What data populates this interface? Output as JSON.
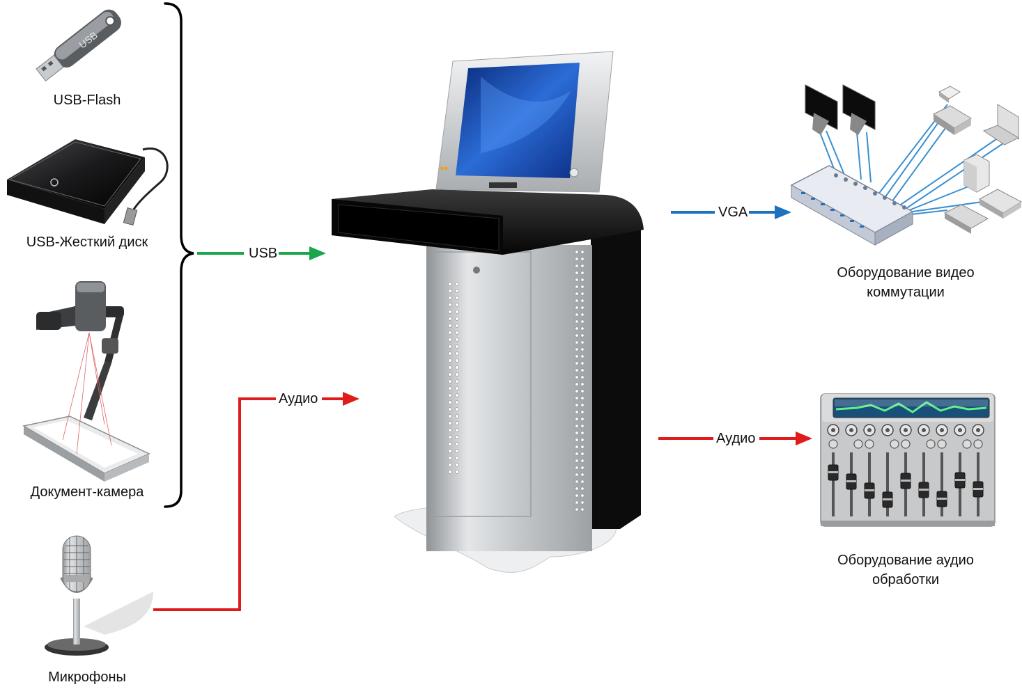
{
  "sources": {
    "usb_flash": "USB-Flash",
    "usb_hdd": "USB-Жесткий диск",
    "doc_camera": "Документ-камера",
    "microphones": "Микрофоны"
  },
  "connections": {
    "usb": "USB",
    "audio_in": "Аудио",
    "vga": "VGA",
    "audio_out": "Аудио"
  },
  "destinations": {
    "video_line1": "Оборудование видео",
    "video_line2": "коммутации",
    "audio_line1": "Оборудование аудио",
    "audio_line2": "обработки"
  },
  "icons": {
    "usb_flash": "usb-flash-drive-icon",
    "usb_hdd": "external-hard-drive-icon",
    "doc_camera": "document-camera-icon",
    "microphone": "microphone-icon",
    "lectern": "multimedia-lectern-icon",
    "video_switch": "video-switching-equipment-icon",
    "audio_mixer": "audio-mixer-icon"
  },
  "colors": {
    "usb": "#1aa64a",
    "audio": "#e01b1b",
    "vga": "#1c72c0"
  }
}
